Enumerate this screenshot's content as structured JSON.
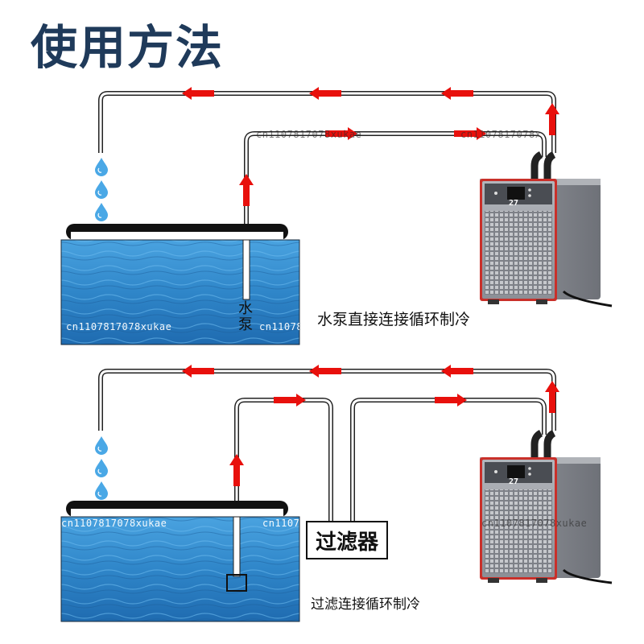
{
  "title": "使用方法",
  "diagram1": {
    "caption": "水泵直接连接循环制冷",
    "pump_label": "水\n泵",
    "display_value": "27"
  },
  "diagram2": {
    "caption": "过滤连接循环制冷",
    "filter_label": "过滤器",
    "display_value": "27"
  },
  "watermarks": [
    "cn1107817078xukae",
    "cn1107817078xukae",
    "cn1107817078xukae",
    "cn1107817078xukae",
    "cn1107817078xukae",
    "cn1107817078xukae",
    "cn1107817078xukae"
  ],
  "colors": {
    "title": "#1f3a5a",
    "arrow": "#e8100c",
    "water": "#3a8fd0",
    "chiller_trim": "#c9302a",
    "chiller_body": "#8a8d94"
  }
}
